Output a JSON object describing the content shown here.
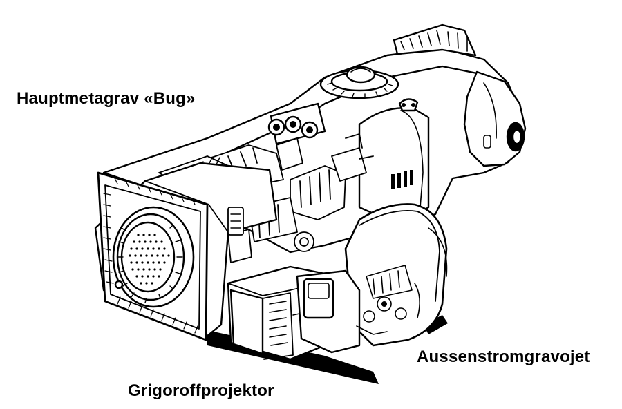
{
  "labels": {
    "main_gravity_engine": "Hauptmetagrav «Bug»",
    "grigoroff_projector": "Grigoroffprojektor",
    "outer_gravojet": "Aussenstromgravojet"
  },
  "colors": {
    "ink": "#000000",
    "paper": "#ffffff"
  }
}
